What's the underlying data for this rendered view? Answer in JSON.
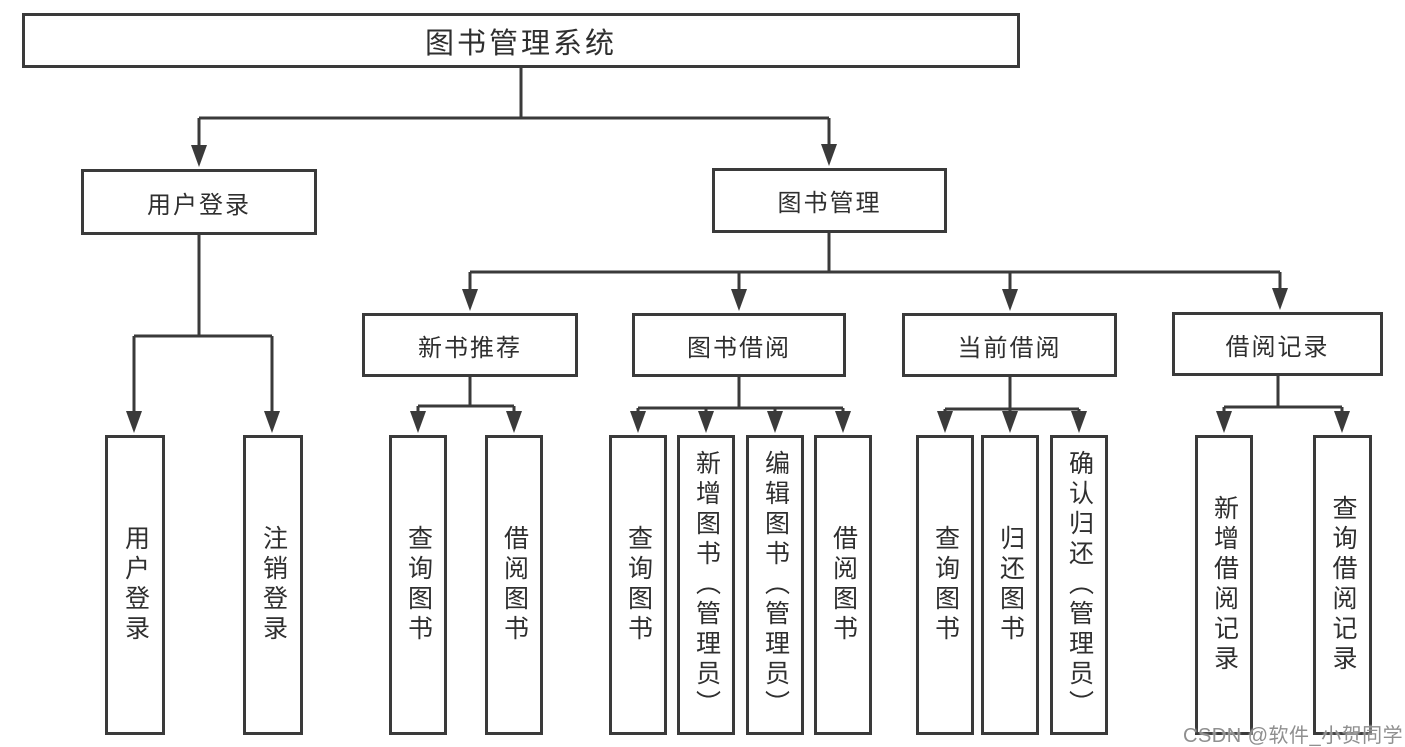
{
  "diagram": {
    "title": "图书管理系统",
    "level2": [
      "用户登录",
      "图书管理"
    ],
    "level3": [
      "新书推荐",
      "图书借阅",
      "当前借阅",
      "借阅记录"
    ],
    "leaves": [
      "用户登录",
      "注销登录",
      "查询图书",
      "借阅图书",
      "查询图书",
      "新增图书（管理员）",
      "编辑图书（管理员）",
      "借阅图书",
      "查询图书",
      "归还图书",
      "确认归还（管理员）",
      "新增借阅记录",
      "查询借阅记录"
    ],
    "watermark": "CSDN @软件_小贺同学",
    "colors": {
      "line": "#3a3a3a",
      "box_border": "#3a3a3a",
      "box_background": "#ffffff",
      "text": "#2f2f2f",
      "watermark": "#8f8f8f"
    }
  }
}
